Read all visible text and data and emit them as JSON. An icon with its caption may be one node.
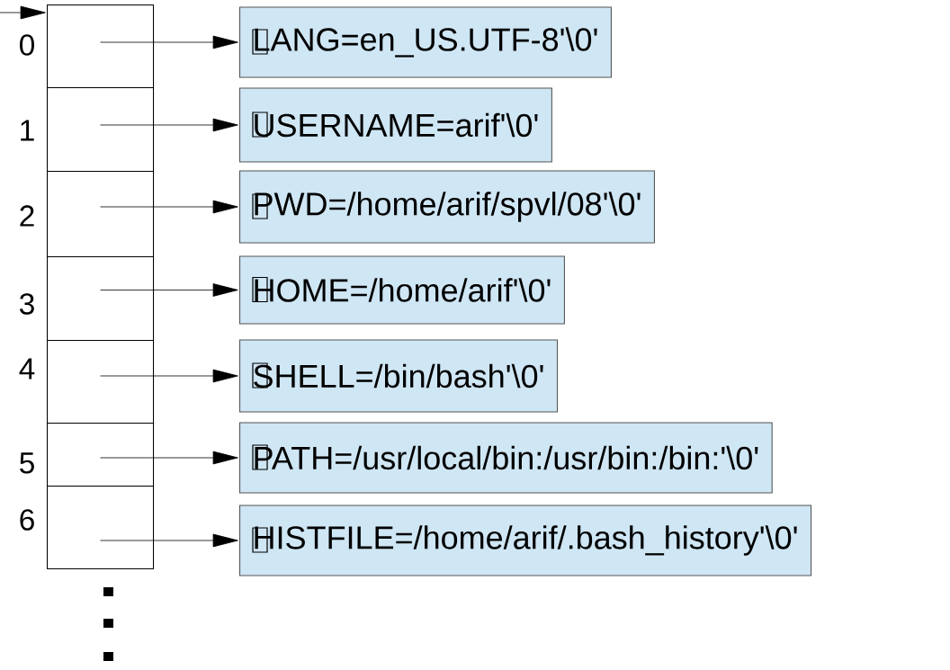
{
  "diagram": {
    "nodes": [
      {
        "text": [],
        "shape": "box",
        "beside": [
          "0"
        ]
      },
      {
        "text": [],
        "shape": "box",
        "beside": [
          "1"
        ]
      },
      {
        "text": [],
        "shape": "box",
        "beside": [
          "2"
        ]
      },
      {
        "text": [],
        "shape": "box",
        "beside": [
          "3"
        ]
      },
      {
        "text": [],
        "shape": "box",
        "beside": [
          "4"
        ]
      },
      {
        "text": [],
        "shape": "box",
        "beside": [
          "5"
        ]
      },
      {
        "text": [],
        "shape": "box",
        "beside": [
          "6"
        ]
      },
      {
        "text": [
          "LANG=en_US.UTF-8'\\0'"
        ]
      },
      {
        "text": [
          "USERNAME=arif'\\0'"
        ]
      },
      {
        "text": [
          "PWD=/home/arif/spvl/08'\\0'"
        ]
      },
      {
        "text": [
          "HOME=/home/arif'\\0'"
        ]
      },
      {
        "text": [
          "SHELL=/bin/bash'\\0'"
        ]
      },
      {
        "text": [
          "PATH=/usr/local/bin:/usr/bin:/bin:'\\0'"
        ]
      },
      {
        "text": [
          "HISTFILE=/home/arif/.bash_history'\\0'"
        ]
      }
    ],
    "edges": [
      {
        "from": null,
        "to": 0,
        "arrow": "to"
      },
      {
        "from": 0,
        "to": 7,
        "arrow": "to"
      },
      {
        "from": 1,
        "to": 8,
        "arrow": "to"
      },
      {
        "from": 2,
        "to": 9,
        "arrow": "to"
      },
      {
        "from": 3,
        "to": 10,
        "arrow": "to"
      },
      {
        "from": 4,
        "to": 11,
        "arrow": "to"
      },
      {
        "from": 5,
        "to": 12,
        "arrow": "to"
      },
      {
        "from": 6,
        "to": 13,
        "arrow": "to"
      }
    ]
  }
}
